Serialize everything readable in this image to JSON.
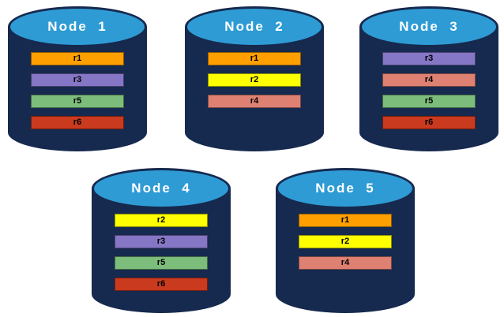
{
  "diagram": {
    "description": "Database replication diagram with five node cylinders holding colored record bars",
    "cylinder_colors": {
      "body": "#16294E",
      "top": "#2E9BD5"
    },
    "record_colors": {
      "r1": "#FFA000",
      "r2": "#FFFF00",
      "r3": "#8576C6",
      "r4": "#DE8173",
      "r5": "#7CBD7C",
      "r6": "#C93A1F"
    },
    "nodes": [
      {
        "label": "Node  1",
        "records": [
          "r1",
          "r3",
          "r5",
          "r6"
        ]
      },
      {
        "label": "Node  2",
        "records": [
          "r1",
          "r2",
          "r4"
        ]
      },
      {
        "label": "Node  3",
        "records": [
          "r3",
          "r4",
          "r5",
          "r6"
        ]
      },
      {
        "label": "Node  4",
        "records": [
          "r2",
          "r3",
          "r5",
          "r6"
        ]
      },
      {
        "label": "Node  5",
        "records": [
          "r1",
          "r2",
          "r4"
        ]
      }
    ]
  }
}
